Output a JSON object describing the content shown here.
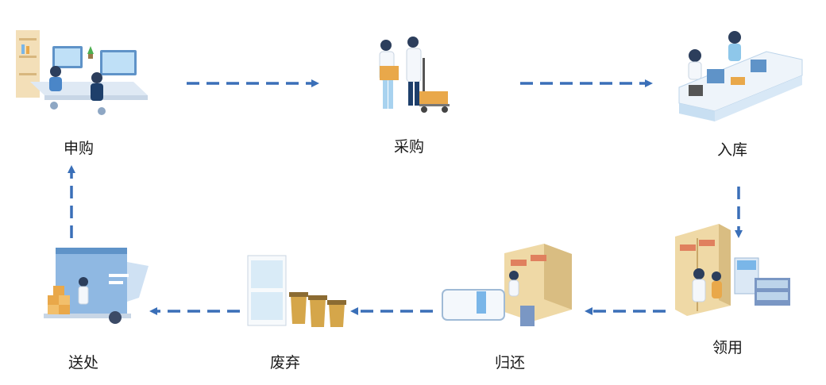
{
  "steps": [
    {
      "id": "apply",
      "label": "申购",
      "icon": "office-desk-icon"
    },
    {
      "id": "purchase",
      "label": "采购",
      "icon": "delivery-staff-icon"
    },
    {
      "id": "storage",
      "label": "入库",
      "icon": "reception-counter-icon"
    },
    {
      "id": "collect",
      "label": "领用",
      "icon": "storage-cabinet-icon"
    },
    {
      "id": "return",
      "label": "归还",
      "icon": "return-cabinet-icon"
    },
    {
      "id": "discard",
      "label": "废弃",
      "icon": "waste-bins-icon"
    },
    {
      "id": "dispose",
      "label": "送处",
      "icon": "delivery-truck-icon"
    }
  ],
  "colors": {
    "arrow": "#3a6fb8",
    "accent": "#e9a84a",
    "screen": "#7ab6e8",
    "cabinet": "#efd9a6"
  }
}
